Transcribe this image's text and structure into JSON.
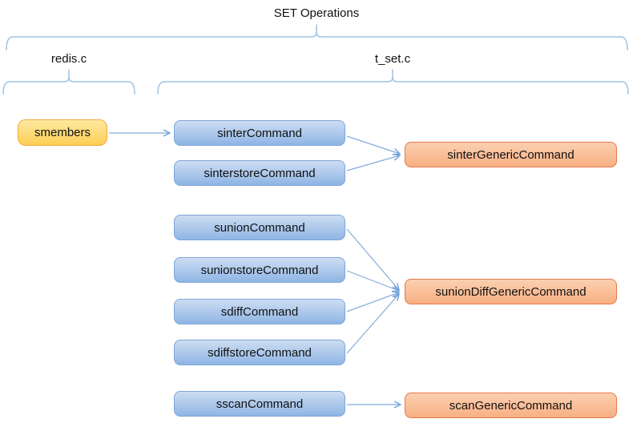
{
  "diagram": {
    "title": "SET Operations",
    "files": {
      "left": "redis.c",
      "right": "t_set.c"
    },
    "nodes": {
      "smembers": "smembers",
      "sinter": "sinterCommand",
      "sinterstore": "sinterstoreCommand",
      "sunion": "sunionCommand",
      "sunionstore": "sunionstoreCommand",
      "sdiff": "sdiffCommand",
      "sdiffstore": "sdiffstoreCommand",
      "sscan": "sscanCommand",
      "sinter_generic": "sinterGenericCommand",
      "sunion_diff_generic": "sunionDiffGenericCommand",
      "scan_generic": "scanGenericCommand"
    },
    "edges": [
      {
        "from": "smembers",
        "to": "sinterCommand"
      },
      {
        "from": "sinterCommand",
        "to": "sinterGenericCommand"
      },
      {
        "from": "sinterstoreCommand",
        "to": "sinterGenericCommand"
      },
      {
        "from": "sunionCommand",
        "to": "sunionDiffGenericCommand"
      },
      {
        "from": "sunionstoreCommand",
        "to": "sunionDiffGenericCommand"
      },
      {
        "from": "sdiffCommand",
        "to": "sunionDiffGenericCommand"
      },
      {
        "from": "sdiffstoreCommand",
        "to": "sunionDiffGenericCommand"
      },
      {
        "from": "sscanCommand",
        "to": "scanGenericCommand"
      }
    ],
    "colors": {
      "bracket": "#9DC3E6",
      "arrow": "#85ACDC",
      "blue_box_border": "#7EA6D8",
      "blue_box_top": "#CDDDF2",
      "blue_box_bottom": "#8FB5E4",
      "orange_box_border": "#E8784A",
      "orange_box_top": "#FBD0B0",
      "orange_box_bottom": "#F8AF83",
      "yellow_box_border": "#F0A93C",
      "yellow_box_top": "#FEE9A0",
      "yellow_box_bottom": "#FDCE55"
    }
  }
}
